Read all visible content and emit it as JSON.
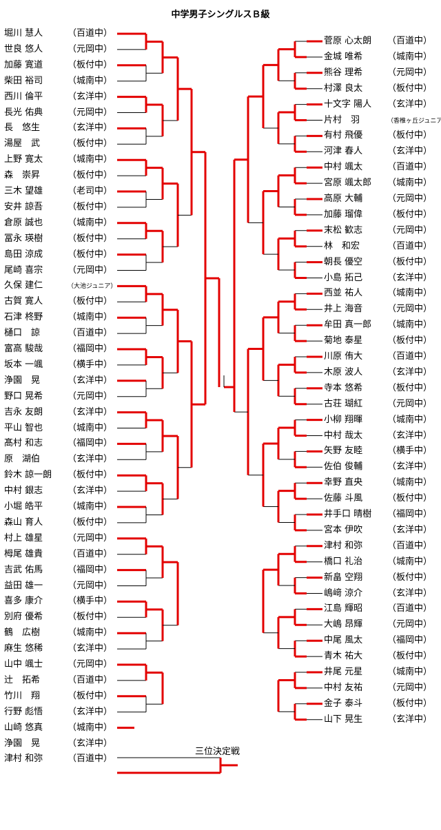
{
  "title": "中学男子シングルスＢ級",
  "third_place_label": "三位決定戦",
  "left": [
    {
      "name": "堀川 慧人",
      "team": "（百道中）"
    },
    {
      "name": "世良 悠人",
      "team": "（元岡中）"
    },
    {
      "name": "加藤 寛道",
      "team": "（板付中）"
    },
    {
      "name": "柴田 裕司",
      "team": "（城南中）"
    },
    {
      "name": "西川 倫平",
      "team": "（玄洋中）"
    },
    {
      "name": "長光 佑典",
      "team": "（元岡中）"
    },
    {
      "name": "長　悠生",
      "team": "（玄洋中）"
    },
    {
      "name": "湯屋　武",
      "team": "（板付中）"
    },
    {
      "name": "上野 寛太",
      "team": "（城南中）"
    },
    {
      "name": "森　崇昇",
      "team": "（板付中）"
    },
    {
      "name": "三木 望雄",
      "team": "（老司中）"
    },
    {
      "name": "安井 諒吾",
      "team": "（板付中）"
    },
    {
      "name": "倉原 誠也",
      "team": "（城南中）"
    },
    {
      "name": "冨永 瑛樹",
      "team": "（板付中）"
    },
    {
      "name": "島田 涼成",
      "team": "（板付中）"
    },
    {
      "name": "尾崎 喜宗",
      "team": "（元岡中）"
    },
    {
      "name": "久保 建仁",
      "team": "（大池ジュニア）"
    },
    {
      "name": "古賀 寛人",
      "team": "（板付中）"
    },
    {
      "name": "石津 柊野",
      "team": "（城南中）"
    },
    {
      "name": "樋口　諒",
      "team": "（百道中）"
    },
    {
      "name": "富高 駿哉",
      "team": "（福岡中）"
    },
    {
      "name": "坂本 一颯",
      "team": "（横手中）"
    },
    {
      "name": "浄園　晃",
      "team": "（玄洋中）"
    },
    {
      "name": "野口 晃希",
      "team": "（元岡中）"
    },
    {
      "name": "吉永 友朗",
      "team": "（玄洋中）"
    },
    {
      "name": "平山 智也",
      "team": "（城南中）"
    },
    {
      "name": "髙村 和志",
      "team": "（福岡中）"
    },
    {
      "name": "原　湖伯",
      "team": "（玄洋中）"
    },
    {
      "name": "鈴木 諒一朗",
      "team": "（板付中）"
    },
    {
      "name": "中村 銀志",
      "team": "（玄洋中）"
    },
    {
      "name": "小堀 皓平",
      "team": "（城南中）"
    },
    {
      "name": "森山 育人",
      "team": "（板付中）"
    },
    {
      "name": "村上 雄星",
      "team": "（元岡中）"
    },
    {
      "name": "栂尾 雄貴",
      "team": "（百道中）"
    },
    {
      "name": "吉武 佑馬",
      "team": "（福岡中）"
    },
    {
      "name": "益田 雄一",
      "team": "（元岡中）"
    },
    {
      "name": "喜多 康介",
      "team": "（横手中）"
    },
    {
      "name": "別府 優希",
      "team": "（板付中）"
    },
    {
      "name": "鶴　広樹",
      "team": "（城南中）"
    },
    {
      "name": "麻生 悠稀",
      "team": "（玄洋中）"
    },
    {
      "name": "山中 颯士",
      "team": "（元岡中）"
    },
    {
      "name": "辻　拓希",
      "team": "（百道中）"
    },
    {
      "name": "竹川　翔",
      "team": "（板付中）"
    },
    {
      "name": "行野 彪悟",
      "team": "（玄洋中）"
    },
    {
      "name": "山崎 悠真",
      "team": "（城南中）"
    },
    {
      "name": "浄園　晃",
      "team": "（玄洋中）"
    },
    {
      "name": "津村 和弥",
      "team": "（百道中）"
    }
  ],
  "right": [
    {
      "name": "菅原 心太朗",
      "team": "（百道中）"
    },
    {
      "name": "金城 唯希",
      "team": "（城南中）"
    },
    {
      "name": "熊谷 理希",
      "team": "（元岡中）"
    },
    {
      "name": "村澤 良太",
      "team": "（板付中）"
    },
    {
      "name": "十文字 陽人",
      "team": "（玄洋中）"
    },
    {
      "name": "片村　羽",
      "team": "（香椎ヶ丘ジュニア）"
    },
    {
      "name": "有村 飛優",
      "team": "（板付中）"
    },
    {
      "name": "河津 春人",
      "team": "（玄洋中）"
    },
    {
      "name": "中村 颯太",
      "team": "（百道中）"
    },
    {
      "name": "宮原 颯太郎",
      "team": "（城南中）"
    },
    {
      "name": "高原 大輔",
      "team": "（元岡中）"
    },
    {
      "name": "加藤 瑠偉",
      "team": "（板付中）"
    },
    {
      "name": "末松 歓志",
      "team": "（元岡中）"
    },
    {
      "name": "林　和宏",
      "team": "（百道中）"
    },
    {
      "name": "朝長 優空",
      "team": "（板付中）"
    },
    {
      "name": "小島 拓己",
      "team": "（玄洋中）"
    },
    {
      "name": "西並 祐人",
      "team": "（城南中）"
    },
    {
      "name": "井上 海音",
      "team": "（元岡中）"
    },
    {
      "name": "牟田 真一郎",
      "team": "（城南中）"
    },
    {
      "name": "菊地 泰星",
      "team": "（板付中）"
    },
    {
      "name": "川原 侑大",
      "team": "（百道中）"
    },
    {
      "name": "木原 波人",
      "team": "（玄洋中）"
    },
    {
      "name": "寺本 悠希",
      "team": "（板付中）"
    },
    {
      "name": "古荘 瑚紅",
      "team": "（元岡中）"
    },
    {
      "name": "小柳 翔暉",
      "team": "（城南中）"
    },
    {
      "name": "中村 哉太",
      "team": "（玄洋中）"
    },
    {
      "name": "矢野 友睦",
      "team": "（横手中）"
    },
    {
      "name": "佐伯 俊輔",
      "team": "（玄洋中）"
    },
    {
      "name": "幸野 直央",
      "team": "（城南中）"
    },
    {
      "name": "佐藤 斗風",
      "team": "（板付中）"
    },
    {
      "name": "井手口 晴樹",
      "team": "（福岡中）"
    },
    {
      "name": "宮本 伊吹",
      "team": "（玄洋中）"
    },
    {
      "name": "津村 和弥",
      "team": "（百道中）"
    },
    {
      "name": "橋口 礼治",
      "team": "（城南中）"
    },
    {
      "name": "新畠 空翔",
      "team": "（板付中）"
    },
    {
      "name": "嶋﨑 涼介",
      "team": "（玄洋中）"
    },
    {
      "name": "江島 輝昭",
      "team": "（百道中）"
    },
    {
      "name": "大嶋 昂輝",
      "team": "（元岡中）"
    },
    {
      "name": "中尾 風太",
      "team": "（福岡中）"
    },
    {
      "name": "青木 祐大",
      "team": "（板付中）"
    },
    {
      "name": "井尾 元星",
      "team": "（城南中）"
    },
    {
      "name": "中村 友祐",
      "team": "（元岡中）"
    },
    {
      "name": "金子 泰斗",
      "team": "（板付中）"
    },
    {
      "name": "山下 晃生",
      "team": "（玄洋中）"
    }
  ]
}
